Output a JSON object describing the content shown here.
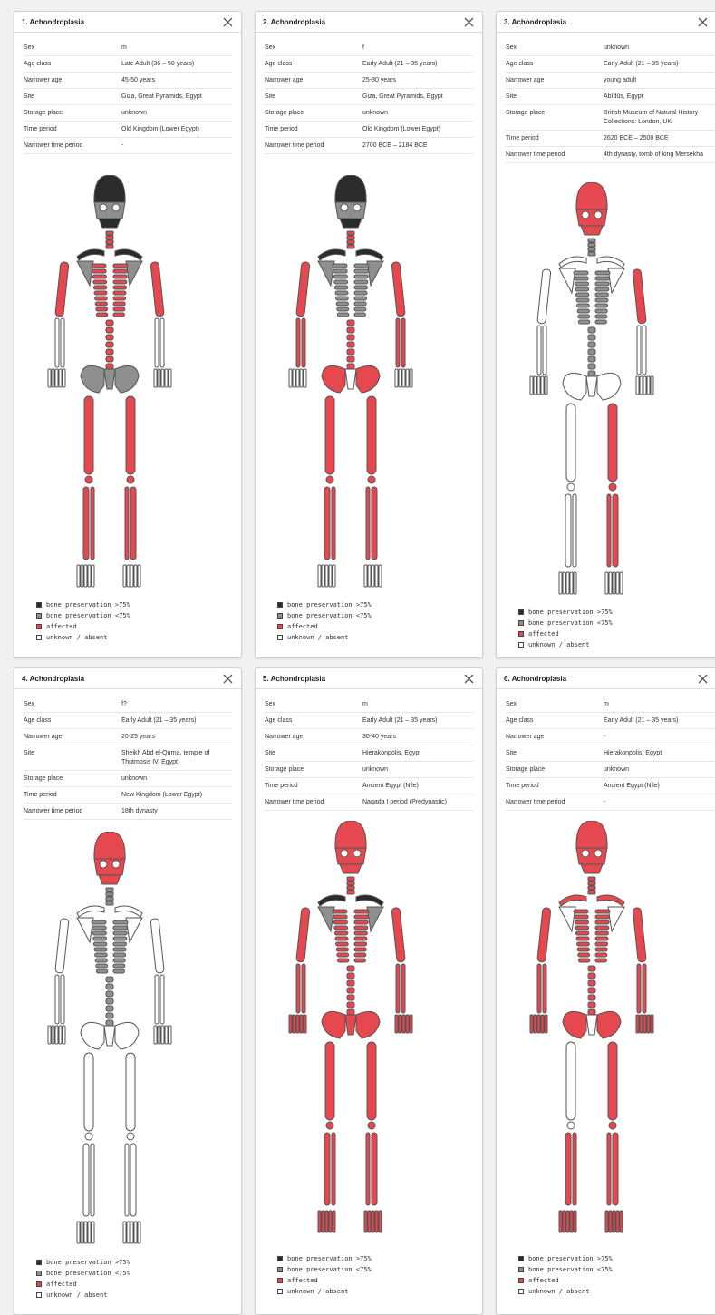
{
  "colors": {
    "preserved_high": "#2b2b2b",
    "preserved_low": "#8f8f8f",
    "affected": "#e5484e",
    "unknown": "#ffffff",
    "outline": "#555555"
  },
  "field_labels": [
    "Sex",
    "Age class",
    "Narrower age",
    "Site",
    "Storage place",
    "Time period",
    "Narrower time period"
  ],
  "legend": [
    {
      "label": "bone preservation >75%",
      "color": "#2b2b2b"
    },
    {
      "label": "bone preservation <75%",
      "color": "#8f8f8f"
    },
    {
      "label": "affected",
      "color": "#e5484e"
    },
    {
      "label": "unknown / absent",
      "color": "#ffffff"
    }
  ],
  "cards": [
    {
      "title": "1. Achondroplasia",
      "values": [
        "m",
        "Late Adult (36 – 50 years)",
        "45-50 years",
        "Giza, Great Pyramids, Egypt",
        "unknown",
        "Old Kingdom (Lower Egypt)",
        "-"
      ],
      "bones": {
        "skull": "black",
        "face": "gray",
        "jaw": "black",
        "clav": "black",
        "scap": "gray",
        "ribs": "red",
        "spine": "red",
        "pelvis": "gray",
        "sacrum": "gray",
        "humerus": "red",
        "forearm": "white",
        "hands": "white",
        "femur": "red",
        "tibia": "red",
        "feet": "white"
      }
    },
    {
      "title": "2. Achondroplasia",
      "values": [
        "f",
        "Early Adult (21 – 35 years)",
        "25-30 years",
        "Giza, Great Pyramids, Egypt",
        "unknown",
        "Old Kingdom (Lower Egypt)",
        "2700 BCE – 2184 BCE"
      ],
      "bones": {
        "skull": "black",
        "face": "gray",
        "jaw": "black",
        "clav": "black",
        "scap": "gray",
        "ribs": "gray",
        "spine": "red",
        "pelvis": "red",
        "sacrum": "white",
        "humerus": "red",
        "forearm": "red",
        "hands": "white",
        "femur": "red",
        "tibia": "red",
        "feet": "white"
      }
    },
    {
      "title": "3. Achondroplasia",
      "values": [
        "unknown",
        "Early Adult (21 – 35 years)",
        "young adult",
        "Abīdūs, Egypt",
        "British Museum of Natural History\nCollections: London, UK",
        "2620 BCE – 2500 BCE",
        "4th dynasty, tomb of king Mersekha"
      ],
      "bones": {
        "skull": "red",
        "face": "red",
        "jaw": "red",
        "clav": "white",
        "scap": "white",
        "ribs": "gray",
        "spine": "gray",
        "pelvis": "white",
        "sacrum": "white",
        "humerus": "split",
        "forearm": "white",
        "hands": "white",
        "femur": "split",
        "tibia": "split",
        "feet": "white"
      }
    },
    {
      "title": "4. Achondroplasia",
      "values": [
        "f?",
        "Early Adult (21 – 35 years)",
        "20-25 years",
        "Sheikh Abd el-Qurna, temple of\nThutmosis IV, Egypt",
        "unknown",
        "New Kingdom (Lower Egypt)",
        "18th dynasty"
      ],
      "bones": {
        "skull": "red",
        "face": "red",
        "jaw": "red",
        "clav": "white",
        "scap": "white",
        "ribs": "gray",
        "spine": "gray",
        "pelvis": "white",
        "sacrum": "white",
        "humerus": "white",
        "forearm": "white",
        "hands": "white",
        "femur": "white",
        "tibia": "white",
        "feet": "white"
      }
    },
    {
      "title": "5. Achondroplasia",
      "values": [
        "m",
        "Early Adult (21 – 35 years)",
        "30-40 years",
        "Hierakonpolis, Egypt",
        "unknown",
        "Ancient Egypt (Nile)",
        "Naqada I period (Predynastic)"
      ],
      "bones": {
        "skull": "red",
        "face": "red",
        "jaw": "red",
        "clav": "black",
        "scap": "gray",
        "ribs": "red",
        "spine": "red",
        "pelvis": "red",
        "sacrum": "red",
        "humerus": "red",
        "forearm": "red",
        "hands": "red",
        "femur": "red",
        "tibia": "red",
        "feet": "red"
      }
    },
    {
      "title": "6. Achondroplasia",
      "values": [
        "m",
        "Early Adult (21 – 35 years)",
        "-",
        "Hierakonpolis, Egypt",
        "unknown",
        "Ancient Egypt (Nile)",
        "-"
      ],
      "bones": {
        "skull": "red",
        "face": "red",
        "jaw": "red",
        "clav": "red",
        "scap": "white",
        "ribs": "red",
        "spine": "red",
        "pelvis": "red",
        "sacrum": "white",
        "humerus": "red",
        "forearm": "red",
        "hands": "red",
        "femur": "split",
        "tibia": "red",
        "feet": "red"
      }
    }
  ]
}
